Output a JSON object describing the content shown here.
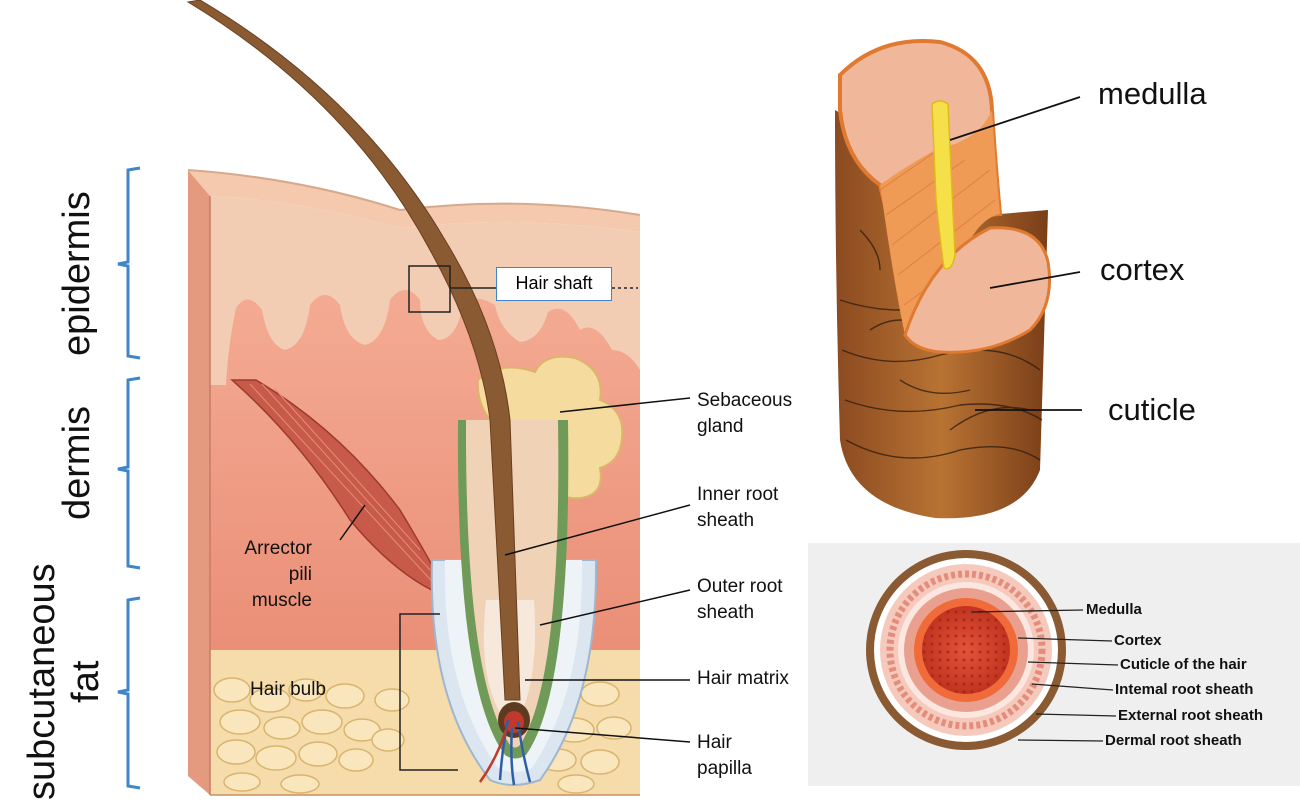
{
  "layers": {
    "epidermis": "epidermis",
    "dermis": "dermis",
    "subcutaneous_line1": "subcutaneous",
    "subcutaneous_line2": "fat"
  },
  "skin_labels": {
    "hair_shaft": "Hair shaft",
    "sebaceous_1": "Sebaceous",
    "sebaceous_2": "gland",
    "inner_root_1": "Inner root",
    "inner_root_2": "sheath",
    "outer_root_1": "Outer root",
    "outer_root_2": "sheath",
    "hair_matrix": "Hair matrix",
    "hair_papilla_1": "Hair",
    "hair_papilla_2": "papilla",
    "arrector_1": "Arrector",
    "arrector_2": "pili",
    "arrector_3": "muscle",
    "hair_bulb": "Hair bulb"
  },
  "hair_structure_labels": {
    "medulla": "medulla",
    "cortex": "cortex",
    "cuticle": "cuticle"
  },
  "cross_section_labels": {
    "medulla": "Medulla",
    "cortex": "Cortex",
    "cuticle": "Cuticle of the hair",
    "internal_root_sheath": "Intemal root sheath",
    "external_root_sheath": "External root sheath",
    "dermal_root_sheath": "Dermal root sheath"
  },
  "colors": {
    "bracket": "#3f86c8",
    "epidermis": "#f2cdb3",
    "dermis": "#ec9a84",
    "fat": "#f6dcaa",
    "hair": "#7a4a25",
    "gland": "#f5dc9e",
    "cortex_orange": "#ef9a55",
    "medulla_yellow": "#f6e04a"
  }
}
